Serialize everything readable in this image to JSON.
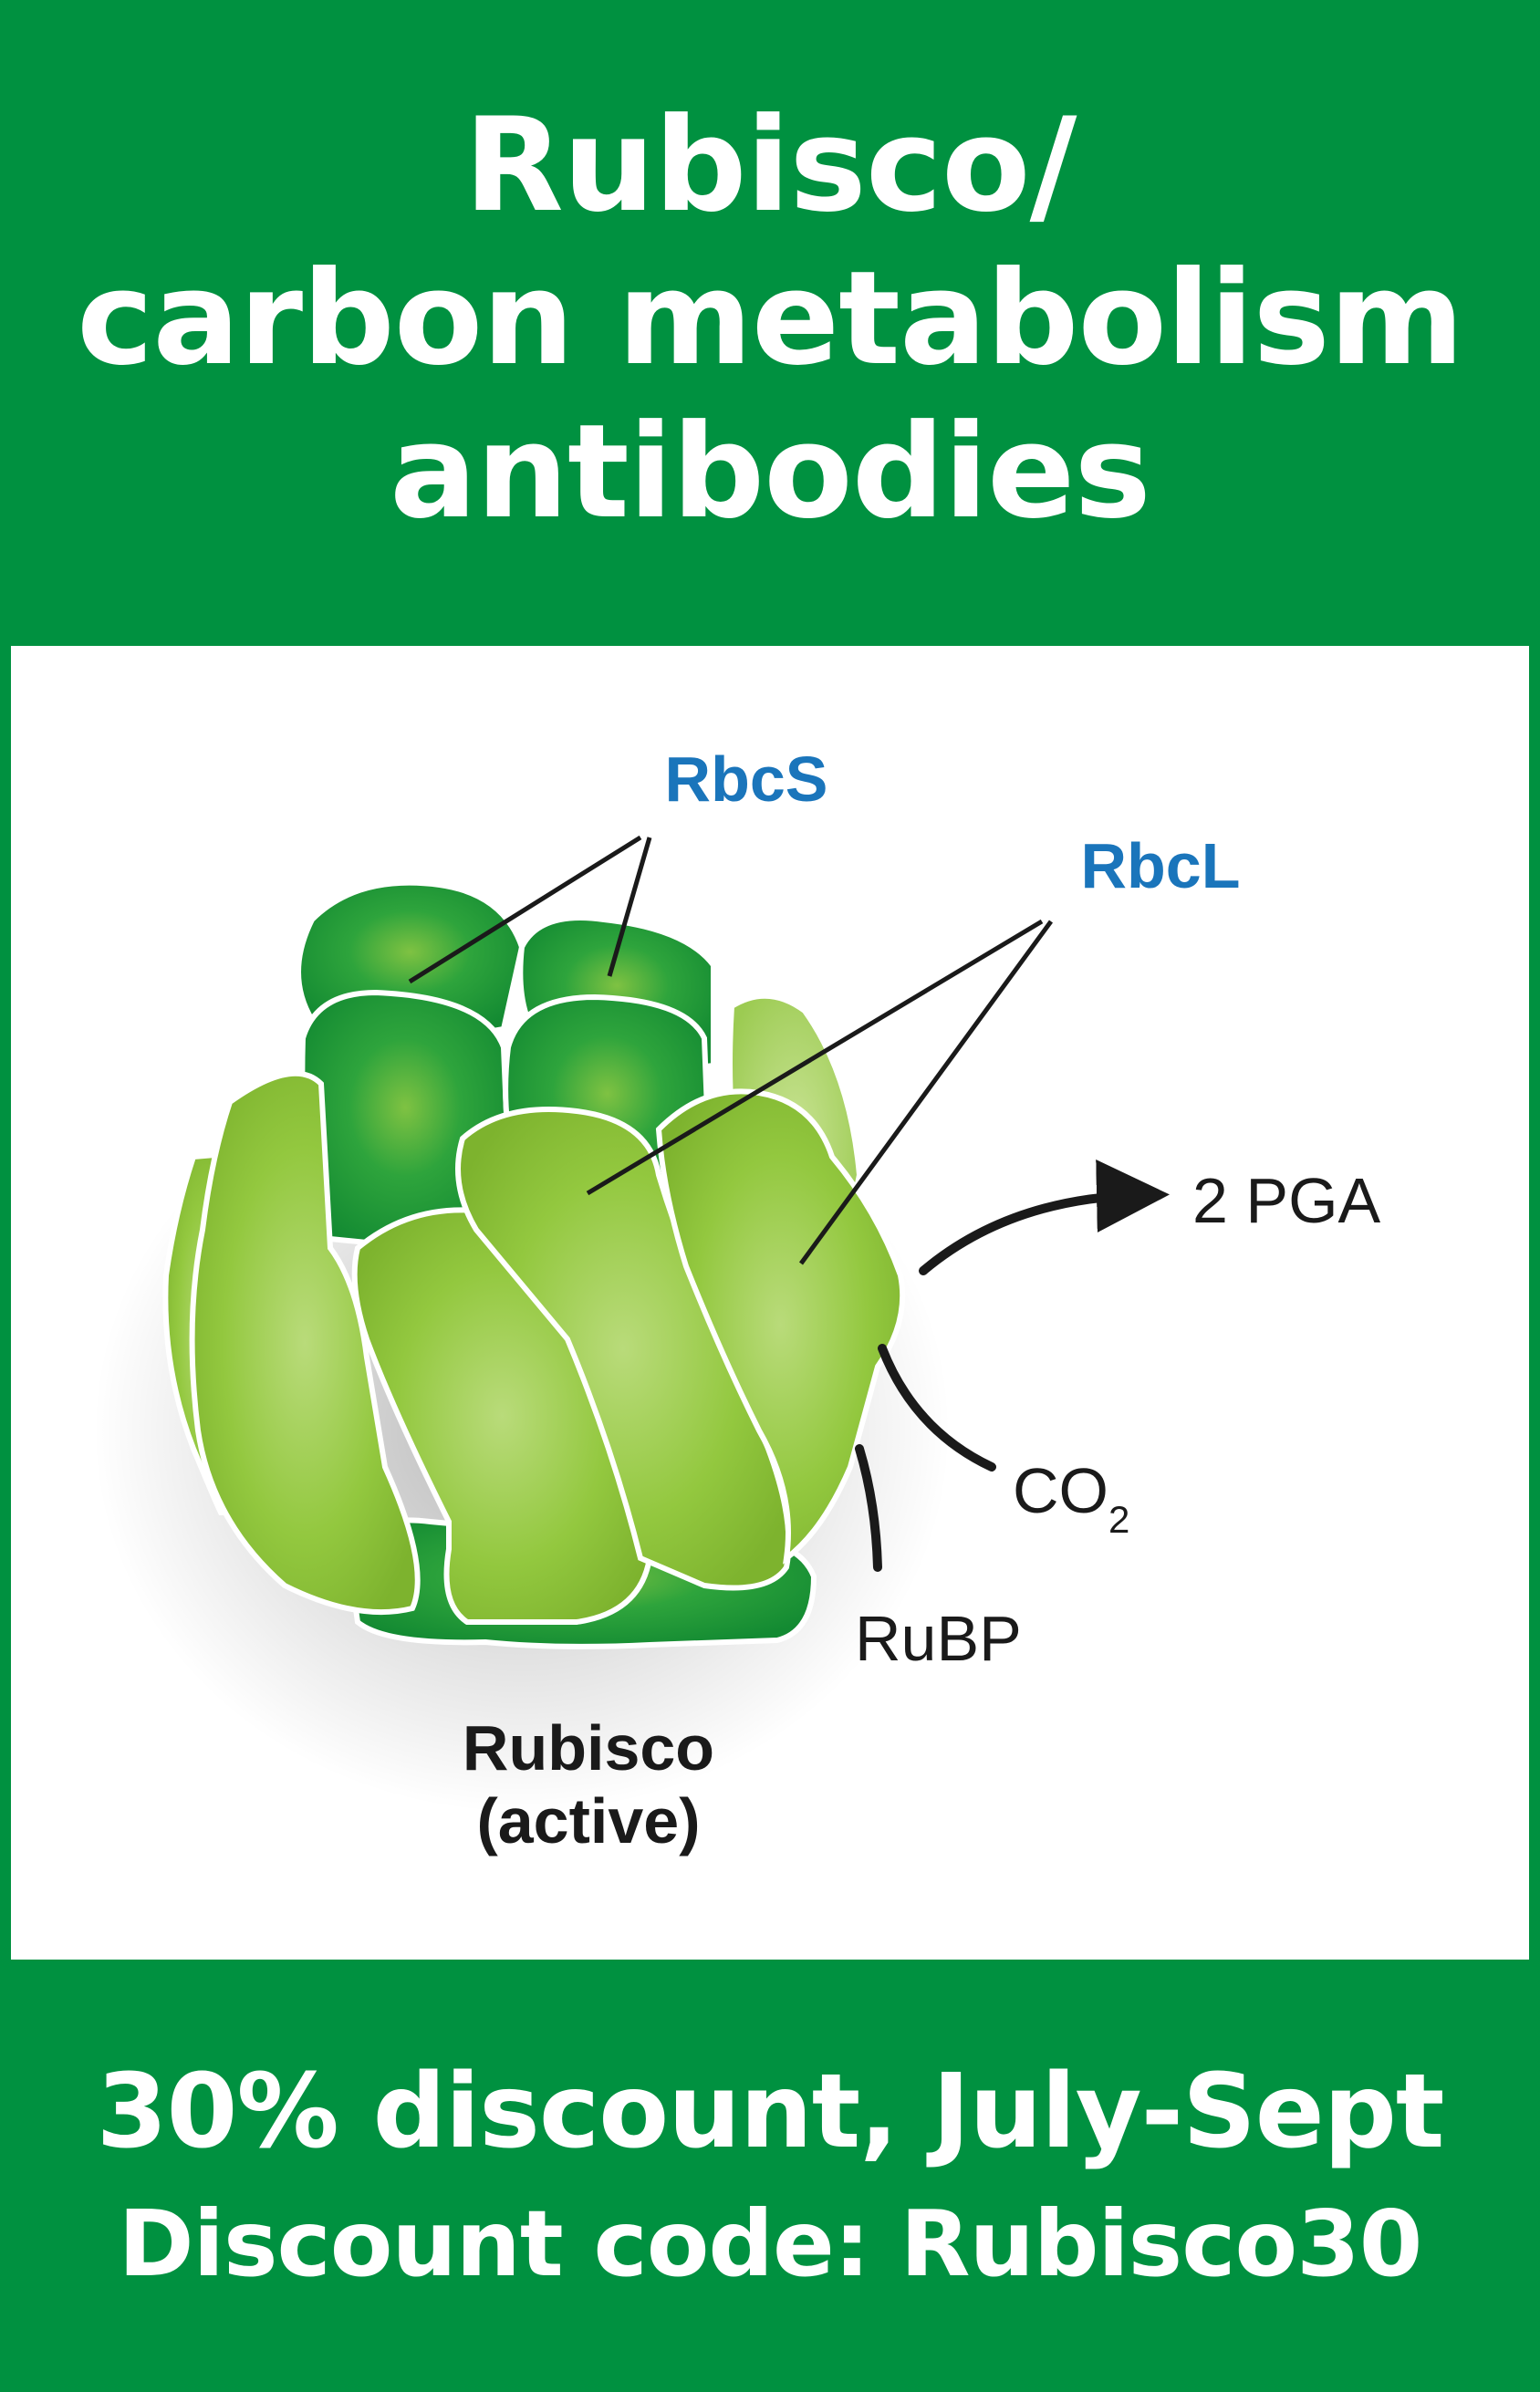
{
  "header": {
    "title_lines": [
      "Rubisco/",
      "carbon metabolism",
      "antibodies"
    ]
  },
  "diagram": {
    "label_small_subunit": "RbcS",
    "label_large_subunit": "RbcL",
    "label_product": "2 PGA",
    "label_co2_main": "CO",
    "label_co2_sub": "2",
    "label_substrate": "RuBP",
    "label_enzyme_line1": "Rubisco",
    "label_enzyme_line2": "(active)",
    "colors": {
      "label_blue": "#1a75bb",
      "dark_green": "#1f9a3a",
      "light_green": "#8cc63f",
      "brand_green": "#009140"
    }
  },
  "footer": {
    "line1": "30% discount, July-Sept",
    "line2": "Discount code: Rubisco30"
  }
}
